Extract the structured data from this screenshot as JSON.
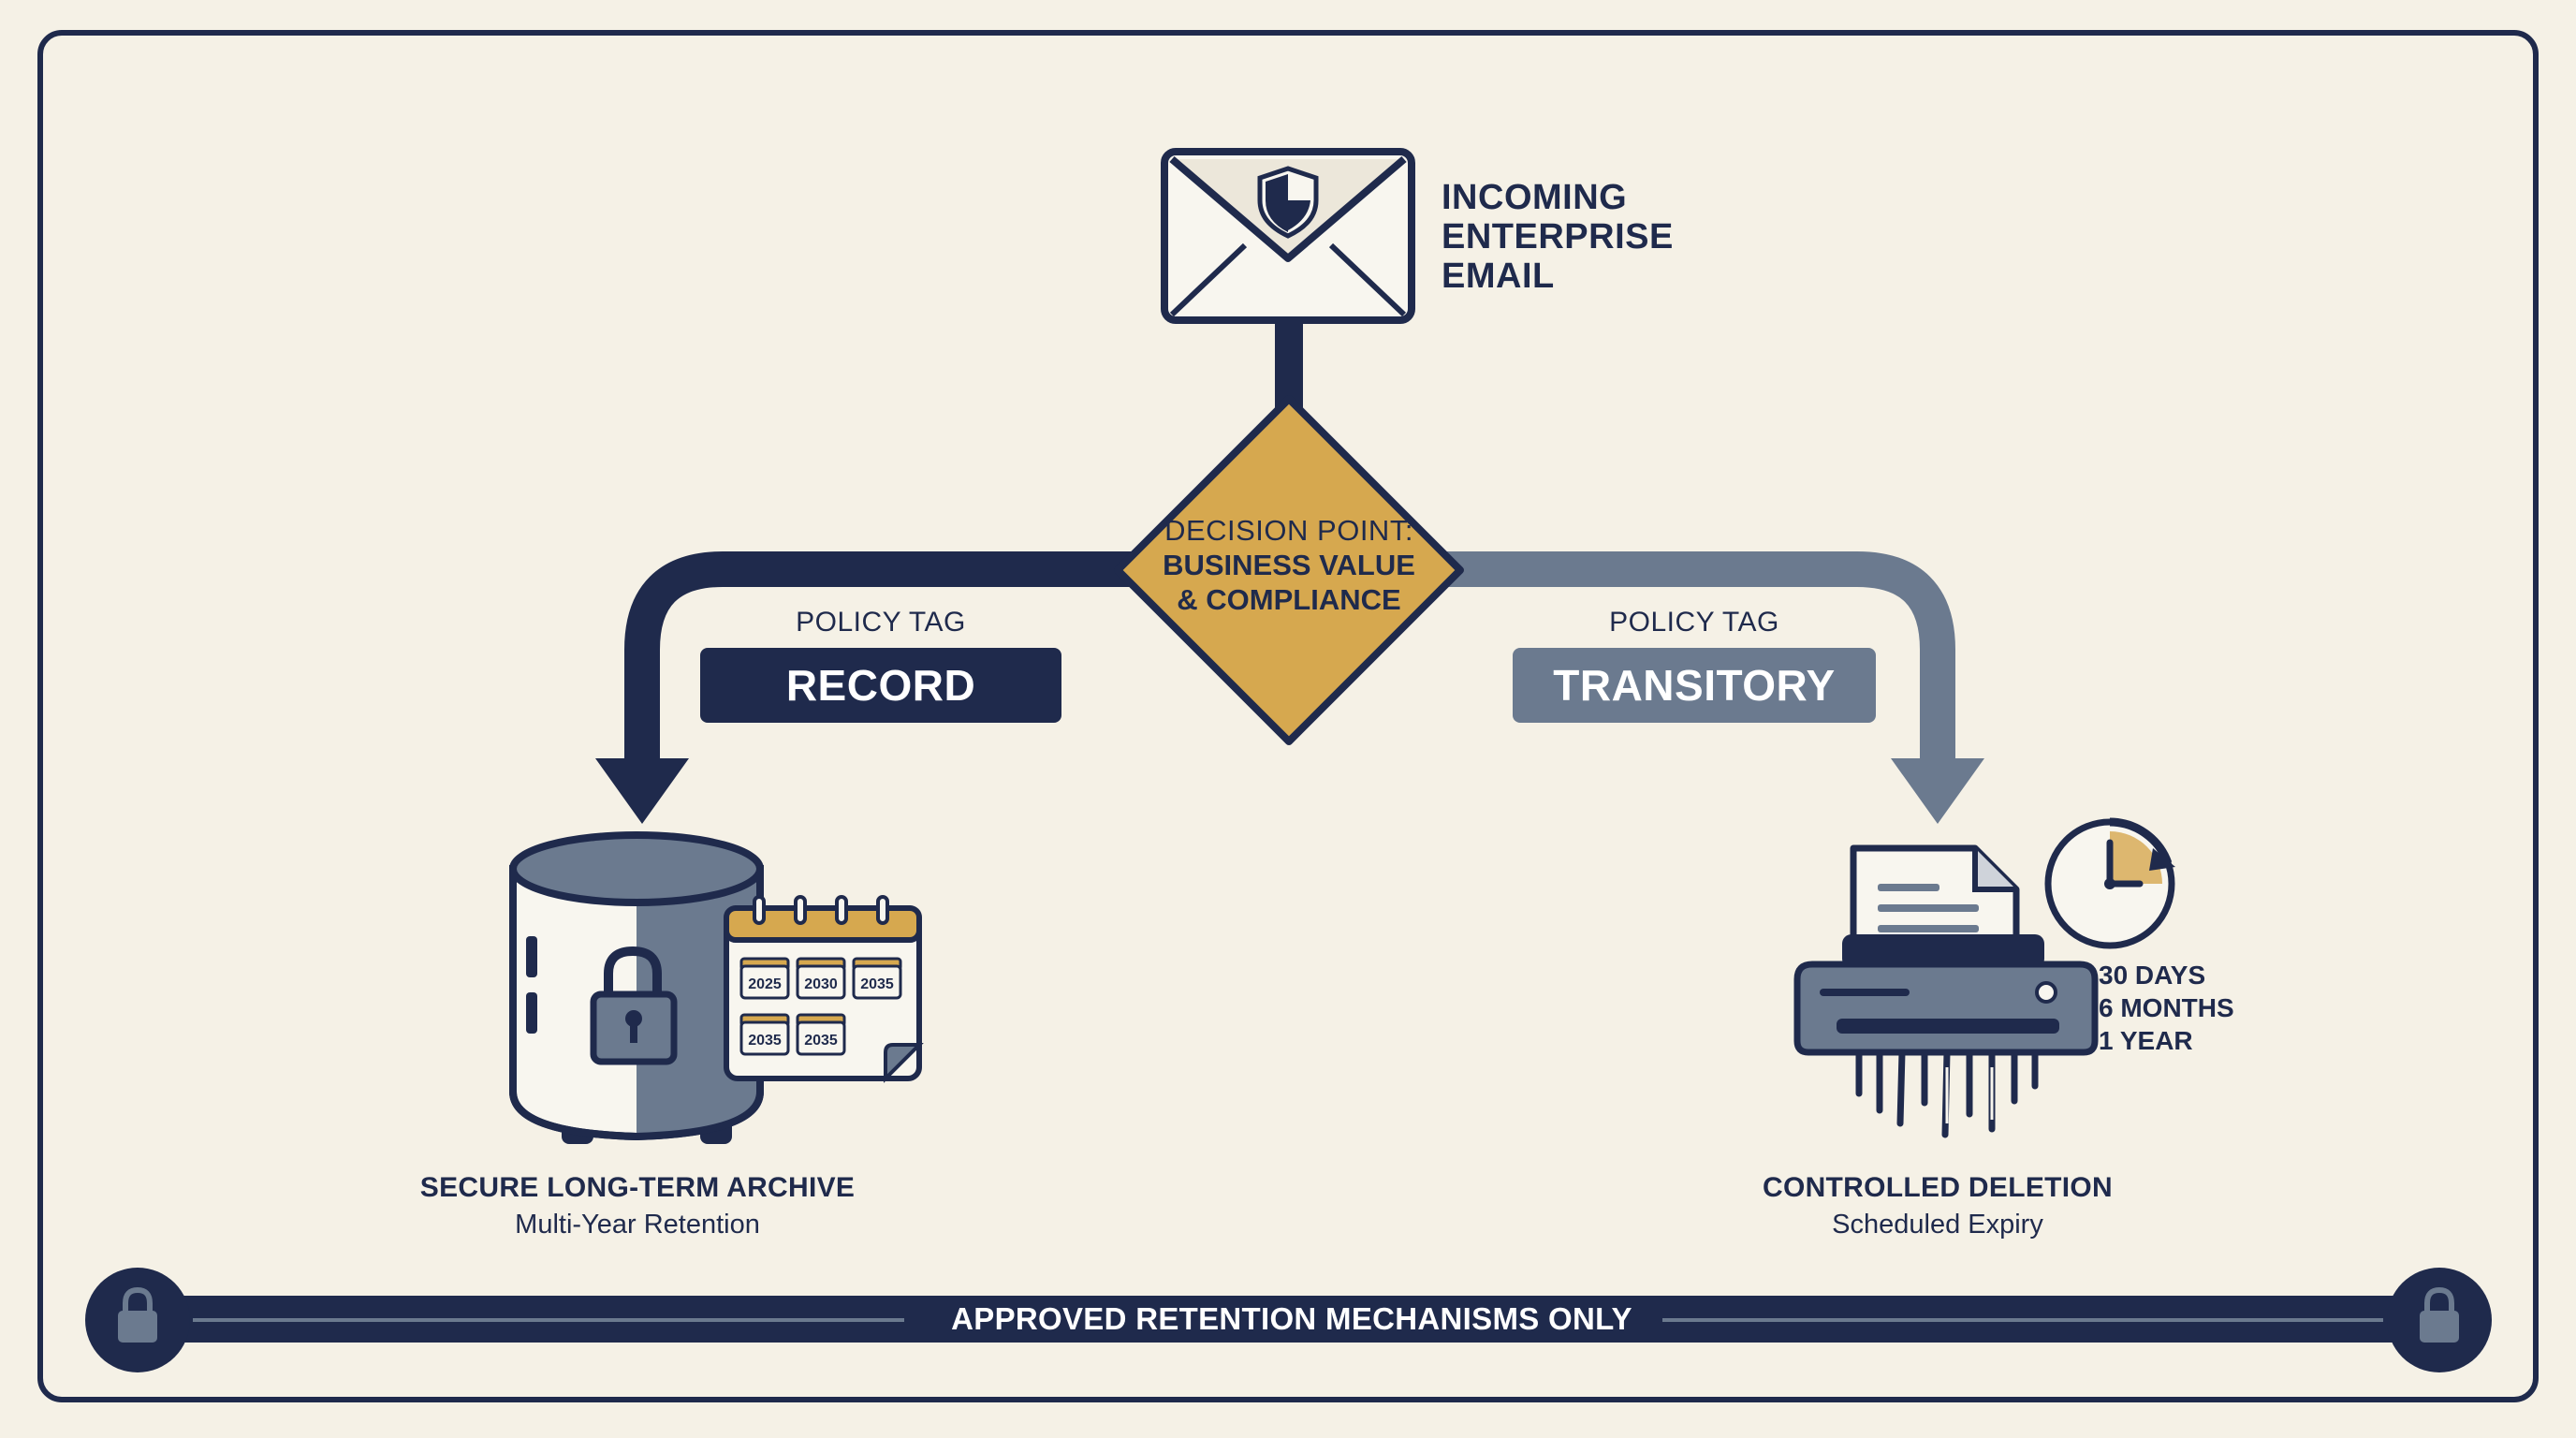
{
  "email": {
    "label_lines": [
      "INCOMING",
      "ENTERPRISE",
      "EMAIL"
    ],
    "icon": "email-shield-icon"
  },
  "decision": {
    "line1": "DECISION POINT:",
    "line2": "BUSINESS VALUE",
    "line3": "& COMPLIANCE"
  },
  "left_branch": {
    "policy_label": "POLICY TAG",
    "tag": "RECORD",
    "title": "SECURE LONG-TERM ARCHIVE",
    "subtitle": "Multi-Year Retention",
    "calendar_years": [
      "2025",
      "2030",
      "2035",
      "2035",
      "2035"
    ],
    "icon": "vault-lock-icon"
  },
  "right_branch": {
    "policy_label": "POLICY TAG",
    "tag": "TRANSITORY",
    "title": "CONTROLLED DELETION",
    "subtitle": "Scheduled Expiry",
    "periods": [
      "30 DAYS",
      "6 MONTHS",
      "1 YEAR"
    ],
    "icon": "shredder-icon"
  },
  "banner": {
    "text": "APPROVED RETENTION MECHANISMS ONLY",
    "icon": "padlock-icon"
  },
  "colors": {
    "navy": "#1f2a4c",
    "slate": "#6b7a8f",
    "gold": "#d6a84f",
    "background": "#f5f1e6"
  }
}
